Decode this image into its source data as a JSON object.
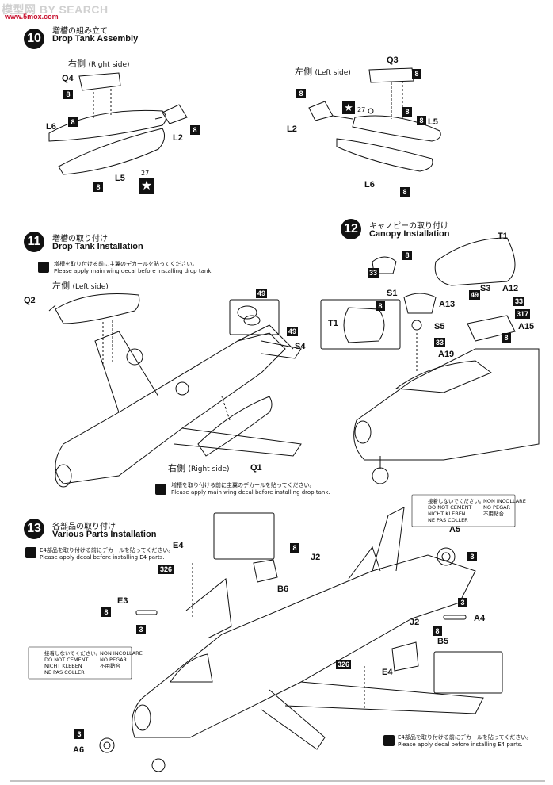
{
  "watermark": {
    "text": "模型网 BY SEARCH",
    "url": "www.5mox.com"
  },
  "steps": [
    {
      "num": "10",
      "jp": "増槽の組み立て",
      "en": "Drop Tank Assembly"
    },
    {
      "num": "11",
      "jp": "増槽の取り付け",
      "en": "Drop Tank Installation"
    },
    {
      "num": "12",
      "jp": "キャノピーの取り付け",
      "en": "Canopy Installation"
    },
    {
      "num": "13",
      "jp": "各部品の取り付け",
      "en": "Various Parts Installation"
    }
  ],
  "sides": {
    "right_jp": "右側",
    "right_en": "(Right side)",
    "left_jp": "左側",
    "left_en": "(Left side)"
  },
  "notes": {
    "drop_tank_jp": "増槽を取り付ける前に主翼のデカールを貼ってください。",
    "drop_tank_en": "Please apply main wing decal before installing drop tank.",
    "e4_jp": "E4部品を取り付ける前にデカールを貼ってください。",
    "e4_en": "Please apply decal before installing E4 parts."
  },
  "no_cement": {
    "l1": "接着しないでください。",
    "l2": "DO NOT CEMENT",
    "l3": "NICHT KLEBEN",
    "l4": "NE PAS COLLER",
    "r1": "NON INCOLLARE",
    "r2": "NO PEGAR",
    "r3": "不用黏合"
  },
  "parts": {
    "q4": "Q4",
    "l6": "L6",
    "l5": "L5",
    "l2": "L2",
    "q3": "Q3",
    "q2": "Q2",
    "q1": "Q1",
    "s4": "S4",
    "t1": "T1",
    "s1": "S1",
    "s3": "S3",
    "a12": "A12",
    "a13": "A13",
    "s5": "S5",
    "a15": "A15",
    "a19": "A19",
    "e4": "E4",
    "j2": "J2",
    "b6": "B6",
    "e3": "E3",
    "a5": "A5",
    "a4": "A4",
    "b5": "B5",
    "a6": "A6"
  },
  "codes": {
    "c8": "8",
    "c27": "27",
    "c33": "33",
    "c49": "49",
    "c317": "317",
    "c326": "326",
    "c3": "3"
  }
}
